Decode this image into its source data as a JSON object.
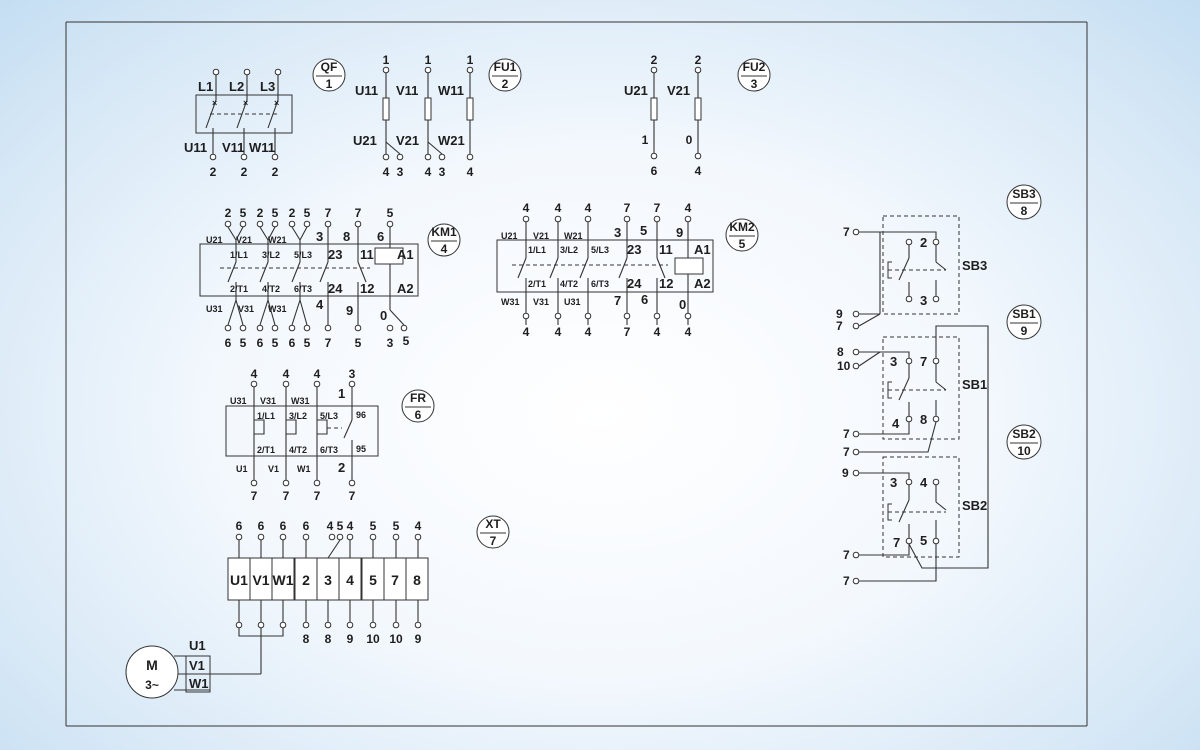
{
  "tags": [
    {
      "name": "QF",
      "num": "1"
    },
    {
      "name": "FU1",
      "num": "2"
    },
    {
      "name": "FU2",
      "num": "3"
    },
    {
      "name": "KM1",
      "num": "4"
    },
    {
      "name": "KM2",
      "num": "5"
    },
    {
      "name": "FR",
      "num": "6"
    },
    {
      "name": "XT",
      "num": "7"
    },
    {
      "name": "SB3",
      "num": "8"
    },
    {
      "name": "SB1",
      "num": "9"
    },
    {
      "name": "SB2",
      "num": "10"
    }
  ],
  "qf": {
    "phases": [
      "L1",
      "L2",
      "L3"
    ],
    "outputs": [
      "U11",
      "V11",
      "W11"
    ],
    "out_nums": [
      "2",
      "2",
      "2"
    ]
  },
  "fu1": {
    "top_nums": [
      "1",
      "1",
      "1"
    ],
    "in": [
      "U11",
      "V11",
      "W11"
    ],
    "out": [
      "U21",
      "V21",
      "W21"
    ],
    "bottom_nums": [
      "4",
      "3",
      "4",
      "3",
      "4"
    ]
  },
  "fu2": {
    "top_nums": [
      "2",
      "2"
    ],
    "in": [
      "U21",
      "V21"
    ],
    "mid_nums": [
      "1",
      "0"
    ],
    "bottom_nums": [
      "6",
      "4"
    ]
  },
  "km1": {
    "top_nums": [
      "2",
      "5",
      "2",
      "5",
      "2",
      "5",
      "7",
      "7",
      "5"
    ],
    "in": [
      "U21",
      "V21",
      "W21"
    ],
    "line_terms": [
      "1/L1",
      "3/L2",
      "5/L3"
    ],
    "load_terms": [
      "2/T1",
      "4/T2",
      "6/T3"
    ],
    "out": [
      "U31",
      "V31",
      "W31"
    ],
    "aux": [
      "3",
      "8",
      "6",
      "23",
      "11",
      "24",
      "12",
      "4",
      "9",
      "0"
    ],
    "coil": [
      "A1",
      "A2"
    ],
    "bottom_nums": [
      "6",
      "5",
      "6",
      "5",
      "6",
      "5",
      "7",
      "5",
      "3",
      "5"
    ]
  },
  "km2": {
    "top_nums": [
      "4",
      "4",
      "4",
      "7",
      "7",
      "4"
    ],
    "in": [
      "U21",
      "V21",
      "W21"
    ],
    "line_terms": [
      "1/L1",
      "3/L2",
      "5/L3"
    ],
    "load_terms": [
      "2/T1",
      "4/T2",
      "6/T3"
    ],
    "out": [
      "W31",
      "V31",
      "U31"
    ],
    "aux": [
      "3",
      "5",
      "9",
      "23",
      "11",
      "24",
      "12",
      "7",
      "6",
      "0"
    ],
    "coil": [
      "A1",
      "A2"
    ],
    "bottom_nums": [
      "4",
      "4",
      "4",
      "7",
      "4",
      "4"
    ]
  },
  "fr": {
    "top_nums": [
      "4",
      "4",
      "4",
      "3"
    ],
    "in": [
      "U31",
      "V31",
      "W31"
    ],
    "line_terms": [
      "1/L1",
      "3/L2",
      "5/L3"
    ],
    "load_terms": [
      "2/T1",
      "4/T2",
      "6/T3"
    ],
    "out": [
      "U1",
      "V1",
      "W1"
    ],
    "aux": [
      "1",
      "96",
      "95",
      "2"
    ],
    "bottom_nums": [
      "7",
      "7",
      "7",
      "7"
    ]
  },
  "xt": {
    "top_nums": [
      "6",
      "6",
      "6",
      "6",
      "4",
      "5",
      "4",
      "5",
      "5",
      "4"
    ],
    "cells": [
      "U1",
      "V1",
      "W1",
      "2",
      "3",
      "4",
      "5",
      "7",
      "8"
    ],
    "bottom_nums": [
      "8",
      "8",
      "9",
      "10",
      "10",
      "9"
    ]
  },
  "motor": {
    "symbol": "M",
    "phase": "3~",
    "terminals": [
      "U1",
      "V1",
      "W1"
    ]
  },
  "sb3": {
    "label": "SB3",
    "contacts": [
      "2",
      "3"
    ],
    "wires": [
      "7",
      "9",
      "7"
    ]
  },
  "sb1": {
    "label": "SB1",
    "contacts": [
      "3",
      "7",
      "4",
      "8"
    ],
    "wires": [
      "8",
      "10",
      "7",
      "7"
    ]
  },
  "sb2": {
    "label": "SB2",
    "contacts": [
      "3",
      "4",
      "7",
      "5"
    ],
    "wires": [
      "9",
      "7",
      "7"
    ]
  }
}
